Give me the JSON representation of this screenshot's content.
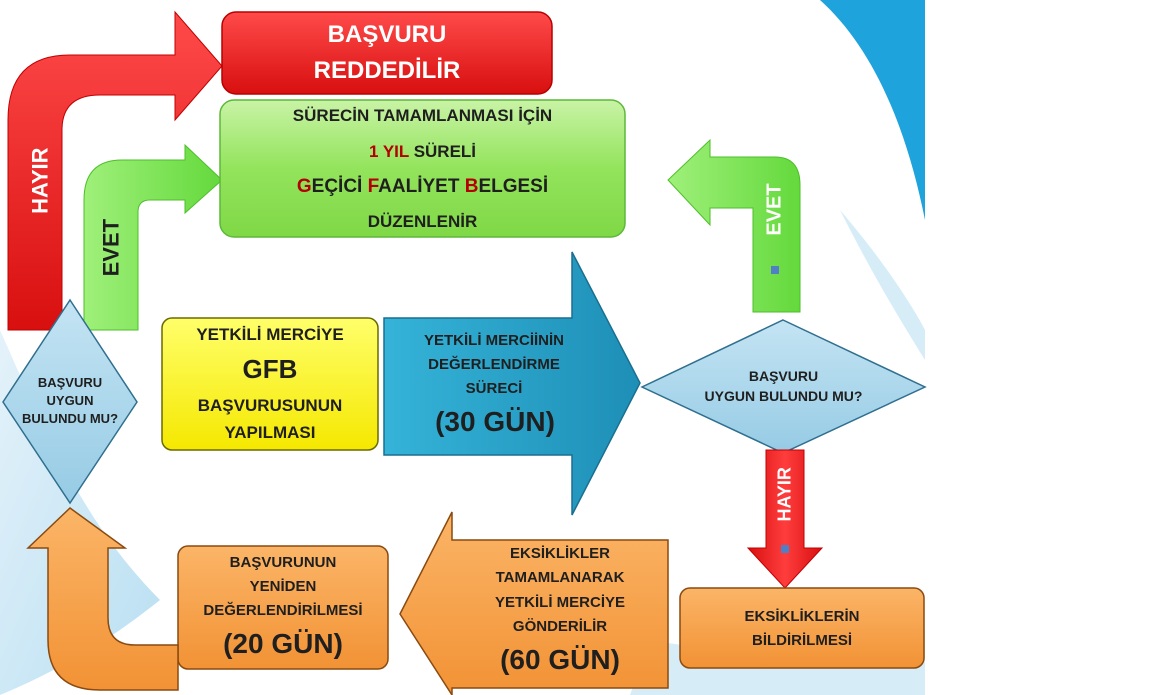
{
  "colors": {
    "red": "#e81c1c",
    "green": "#7ee65a",
    "blue": "#2fa3c9",
    "yellow": "#fff200",
    "orange": "#f7a048",
    "diamond": "#a9d6ec",
    "accent_red_text": "#b40000"
  },
  "reject_box": {
    "line1": "BAŞVURU",
    "line2": "REDDEDİLİR"
  },
  "certificate_box": {
    "line1": "SÜRECİN TAMAMLANMASI İÇİN",
    "line2_a": "1 YIL",
    "line2_b": " SÜRELİ",
    "line3_g": "G",
    "line3_g_rest": "EÇİCİ ",
    "line3_f": "F",
    "line3_f_rest": "AALİYET ",
    "line3_b": "B",
    "line3_b_rest": "ELGESİ",
    "line4": "DÜZENLENİR"
  },
  "arrows": {
    "left_hayir": "HAYIR",
    "left_evet": "EVET",
    "right_evet": "EVET",
    "right_hayir": "HAYIR"
  },
  "left_diamond": {
    "line1": "BAŞVURU",
    "line2": "UYGUN",
    "line3": "BULUNDU MU?"
  },
  "right_diamond": {
    "line1": "BAŞVURU",
    "line2": "UYGUN BULUNDU MU?"
  },
  "application_box": {
    "line1": "YETKİLİ MERCİYE",
    "line2": "GFB",
    "line3": "BAŞVURUSUNUN",
    "line4": "YAPILMASI"
  },
  "evaluation_arrow": {
    "line1": "YETKİLİ MERCİİNİN",
    "line2": "DEĞERLENDİRME",
    "line3": "SÜRECİ",
    "line4": "(30 GÜN)"
  },
  "deficiency_notice_box": {
    "line1": "EKSİKLİKLERİN",
    "line2": "BİLDİRİLMESİ"
  },
  "completion_arrow": {
    "line1": "EKSİKLİKLER",
    "line2": "TAMAMLANARAK",
    "line3": "YETKİLİ MERCİYE",
    "line4": "GÖNDERİLİR",
    "line5": "(60 GÜN)"
  },
  "reevaluation_box": {
    "line1": "BAŞVURUNUN",
    "line2": "YENİDEN",
    "line3": "DEĞERLENDİRİLMESİ",
    "line4": "(20 GÜN)"
  }
}
